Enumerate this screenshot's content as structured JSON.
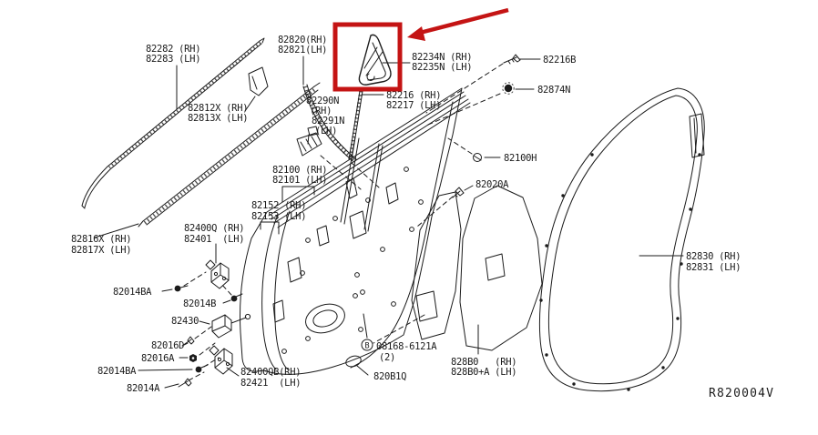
{
  "diagram": {
    "ref_code": "R820004V",
    "type": "rear-door parts exploded diagram"
  },
  "colors": {
    "line": "#1b1b1b",
    "highlight_red": "#c41414",
    "background": "#ffffff"
  },
  "labels": {
    "moulding_front": {
      "rh": "82282 (RH)",
      "lh": "82283 (LH)"
    },
    "moulding_sash_front": {
      "rh": "82812X (RH)",
      "lh": "82813X (LH)"
    },
    "glass_run": {
      "rh": "82820(RH)",
      "lh": "82821(LH)"
    },
    "corner_seal": {
      "rh": "82234N (RH)",
      "lh": "82235N (LH)"
    },
    "screw_82216b": "82216B",
    "grommet_82874n": "82874N",
    "sash_rear": {
      "rh": "82216 (RH)",
      "lh": "82217 (LH)"
    },
    "guide_rail": {
      "rh_no": "82290N",
      "rh": "(RH)",
      "lh_no": "82291N",
      "lh": "(LH)"
    },
    "clip_82100h": "82100H",
    "screw_82020a": "82020A",
    "door_panel": {
      "rh": "82100 (RH)",
      "lh": "82101 (LH)"
    },
    "reinforce": {
      "rh": "82152 (RH)",
      "lh": "82153 (LH)"
    },
    "weatherstrip_inner": {
      "rh": "82816X (RH)",
      "lh": "82817X (LH)"
    },
    "hinge_upper": {
      "rh": "82400Q (RH)",
      "lh": "82401  (LH)"
    },
    "bolt_82014ba_upper": "82014BA",
    "bolt_82014b": "82014B",
    "check_link_82430": "82430",
    "bolt_82016d": "82016D",
    "nut_82016a": "82016A",
    "bolt_82014ba_lower": "82014BA",
    "bolt_82014a": "82014A",
    "hinge_lower": {
      "rh": "82400QB(RH)",
      "lh": "82421  (LH)"
    },
    "screw_ref": {
      "letter": "B",
      "number": "08168-6121A",
      "qty": "(2)"
    },
    "plug_820b1q": "820B1Q",
    "sealing_screen": {
      "rh": "828B0   (RH)",
      "lh": "828B0+A (LH)"
    },
    "weatherstrip_outer": {
      "rh": "82830 (RH)",
      "lh": "82831 (LH)"
    }
  }
}
